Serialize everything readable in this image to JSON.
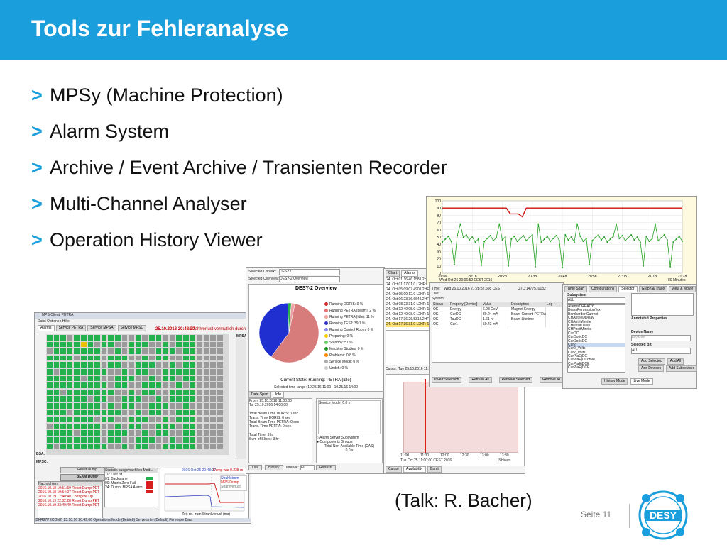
{
  "slide": {
    "title": "Tools zur Fehleranalyse",
    "bullet_marker": ">",
    "bullets": [
      "MPSy (Machine Protection)",
      "Alarm System",
      "Archive / Event Archive / Transienten Recorder",
      "Multi-Channel Analyser",
      "Operation History Viewer"
    ],
    "caption": "(Talk: R. Bacher)",
    "page_label": "Seite 11",
    "logo_text": "DESY"
  },
  "colors": {
    "header": "#1a9fdc",
    "accent": "#1a9fdc",
    "grid_ok": "#22b14c",
    "grid_off": "#9a9a9a",
    "alarm": "#d62020"
  },
  "mps": {
    "window_title": "MPS Client: PETRA",
    "menu": "Datei  Optionen  Hilfe",
    "tabs": [
      "Alarms",
      "Service PETRA",
      "Service MPSA",
      "Service MPSD"
    ],
    "status_date": "25.10.2016 20:48:27",
    "status_msg": "Strahlverlust vermutlich durch Chopper-Netzger",
    "bsa_label": "BSA:",
    "mpsc_label": "MPSC:",
    "reset_dump": "Reset Dump",
    "beam_dump": "BEAM DUMP",
    "news_header": "Nachrichten",
    "news": [
      "2016.10.18 19:51:59 Reset Dump PET",
      "2016.10.18 19:54:07 Reset Dump PET",
      "2016.10.19 17:40:40 Configure Up",
      "2016.10.19 22:32:28 Reset Dump PET",
      "2016.10.19 23:49:49 Reset Dump PET"
    ],
    "stats_header": "Statistik ausgewaehltes Mod...",
    "stats": [
      "10: Last ist",
      "01: Backplane",
      "00: Matrix Zero Fail",
      "24: Dump: MPSA Alarm"
    ],
    "plot_title": "2016 Oct 25 20:48:27",
    "plot_dump": "Dump war 0.238 m",
    "plot_legend": [
      "Strahlstrom",
      "MPS Dump",
      "Strahlverlust"
    ],
    "plot_xlabel": "Zeit rel. zum Strahlverlust (ms)",
    "footer": "[BKR97PECON2] 25.10.16 20:49:06 Operations Mode (Betrieb) Serverarten(Default) Firmware Data",
    "side_label": "MPSA"
  },
  "overview": {
    "context_label": "Selected Context:",
    "context_value": "DESY2",
    "overview_label": "Selected Overview:",
    "overview_value": "DESY-2 Overview",
    "title": "DESY-2 Overview",
    "legend": [
      {
        "label": "Running DORIS: 0 %",
        "color": "#d42a2a"
      },
      {
        "label": "Running PETRA (beam): 2 %",
        "color": "#e87070"
      },
      {
        "label": "Running PETRA (idle): 11 %",
        "color": "#f2a0a0"
      },
      {
        "label": "Running TEST: 39.1 %",
        "color": "#3333cc"
      },
      {
        "label": "Running Control Room: 0 %",
        "color": "#8888ee"
      },
      {
        "label": "Preparing: 0 %",
        "color": "#ffcc00"
      },
      {
        "label": "Standby: 57 %",
        "color": "#66cc66"
      },
      {
        "label": "Machine Studies: 0 %",
        "color": "#229922"
      },
      {
        "label": "Problems: 0.8 %",
        "color": "#ff8800"
      },
      {
        "label": "Service Mode: 0 %",
        "color": "#aaaaaa"
      },
      {
        "label": "Undef.: 0 %",
        "color": "#cccccc"
      }
    ],
    "state": "Current State: Running: PETRA (idle)",
    "time_range": "Selected time range: 10.25.16 11:00 - 10.25.16 14:00",
    "tabs": [
      "Date Span",
      "Info"
    ],
    "info": [
      "From: 25.10.2016 11:00:00",
      "To: 25.10.2016 14:00:00",
      "Total Beam Time DORIS: 0 sec",
      "Trans. Time DORIS: 0 sec",
      "Total Beam Time PETRA: 0 sec",
      "Trans. Time PETRA: 0 sec",
      "Total Time: 3 hr",
      "Sum of Slices: 3 hr"
    ],
    "service_mode": "Service Mode: 0.0 s",
    "radio1": "Alarm Server Subsystem",
    "radio2": "Components Groups",
    "unavailable": "Total Non-Available Time (CAS)",
    "unavailable_val": "0.0 s",
    "live": "Live",
    "history": "History",
    "interval_label": "Interval:",
    "interval_value": "60",
    "refresh": "Refresh"
  },
  "alarms": {
    "tabs": [
      "Chart",
      "Alarms"
    ],
    "rows": [
      "24. Oct 01:16:46.158 L2HF:",
      "24. Oct 01:17:01.0 L2HF: 15",
      "24. Oct 05:09:07.490 L2HF:",
      "24. Oct 05:09:12.0 L2HF: 15",
      "24. Oct 06:23:36.664 L2HF:",
      "24. Oct 08:23:31.0 L2HF: 15",
      "24. Oct 12:49:05.0 L2HF: 15",
      "24. Oct 12:49:08.0 L2HF: 15",
      "24. Oct 17:36:26.531 L2HF:",
      "24. Oct 17:36:31.0 L2HF: 15"
    ],
    "cursor": "Cursor: Tue 25.10.2016 11:36",
    "bottom_tabs": [
      "Cursor",
      "Availability",
      "Gantt"
    ],
    "gantt_ticks": [
      "11:00",
      "11:30",
      "12:00",
      "12:30",
      "13:00",
      "13:30"
    ],
    "gantt_date": "Tue Oct 25 11:00:00 CEST 2016",
    "gantt_span": "3 Hours"
  },
  "trend": {
    "yticks": [
      "100",
      "90",
      "80",
      "70",
      "60",
      "50",
      "40",
      "30",
      "20",
      "10",
      "0"
    ],
    "xticks": [
      "20:06",
      "20:18",
      "20:28",
      "20:38",
      "20:48",
      "20:58",
      "21:08",
      "21:18",
      "21:28"
    ],
    "date": "Wed Oct 26 20:06:52 CEST 2016",
    "span": "80 Minutes"
  },
  "history": {
    "time_label": "Time:",
    "time_value": "Wed 26.10.2016 21:28:52.608 CEST",
    "utc_label": "UTC:",
    "utc_value": "1477510132",
    "live_label": "Live:",
    "system_label": "System:",
    "columns": [
      "Status",
      "Property [Device]",
      "Value",
      "Description",
      "Log"
    ],
    "rows": [
      {
        "status": "OK",
        "property": "Energy",
        "value": "6.08 GeV",
        "description": "Magnet Energy"
      },
      {
        "status": "OK",
        "property": "CurDC",
        "value": "89.24 mA",
        "description": "Beam Current PETRA"
      },
      {
        "status": "OK",
        "property": "TauDC",
        "value": "1.61 hr",
        "description": "Beam Lifetime"
      },
      {
        "status": "OK",
        "property": "Cur1",
        "value": "50.43 mA",
        "description": ""
      }
    ],
    "buttons": [
      "Invert Selection",
      "Refresh All",
      "Remove Selected",
      "Remove All"
    ],
    "selector_tabs": [
      "Time Span",
      "Configurations",
      "Selector",
      "Graph & Trace",
      "View & Movie"
    ],
    "subsystem_label": "Subsystem",
    "subsystem_value": "ALL",
    "list": [
      "AlarmsDREADY",
      "BeamPermissionText",
      "Bombarder.Current",
      "CHAntrieDDelay",
      "CHAntriMinrite",
      "CHPositDelay",
      "CHPositMinrite",
      "CurDC",
      "CurDoricDC",
      "CurDorisDC",
      "Cur2",
      "Cur2_Volts",
      "Cur2_Volts",
      "CurPiaEjDC",
      "CurPiaEjDCdrive",
      "CurPiaEjDCE",
      "CurPiaEjDCP"
    ],
    "annotated_label": "Annotated Properties",
    "device_label": "Device Name",
    "device_placeholder": "keyword",
    "bit_label": "Selected Bit",
    "bit_value": "ALL",
    "add_selected": "Add Selected",
    "add_all": "Add All",
    "add_devices": "Add Devices",
    "add_subdevices": "Add Subdevices",
    "history_mode": "History Mode",
    "live_mode": "Live Mode"
  }
}
